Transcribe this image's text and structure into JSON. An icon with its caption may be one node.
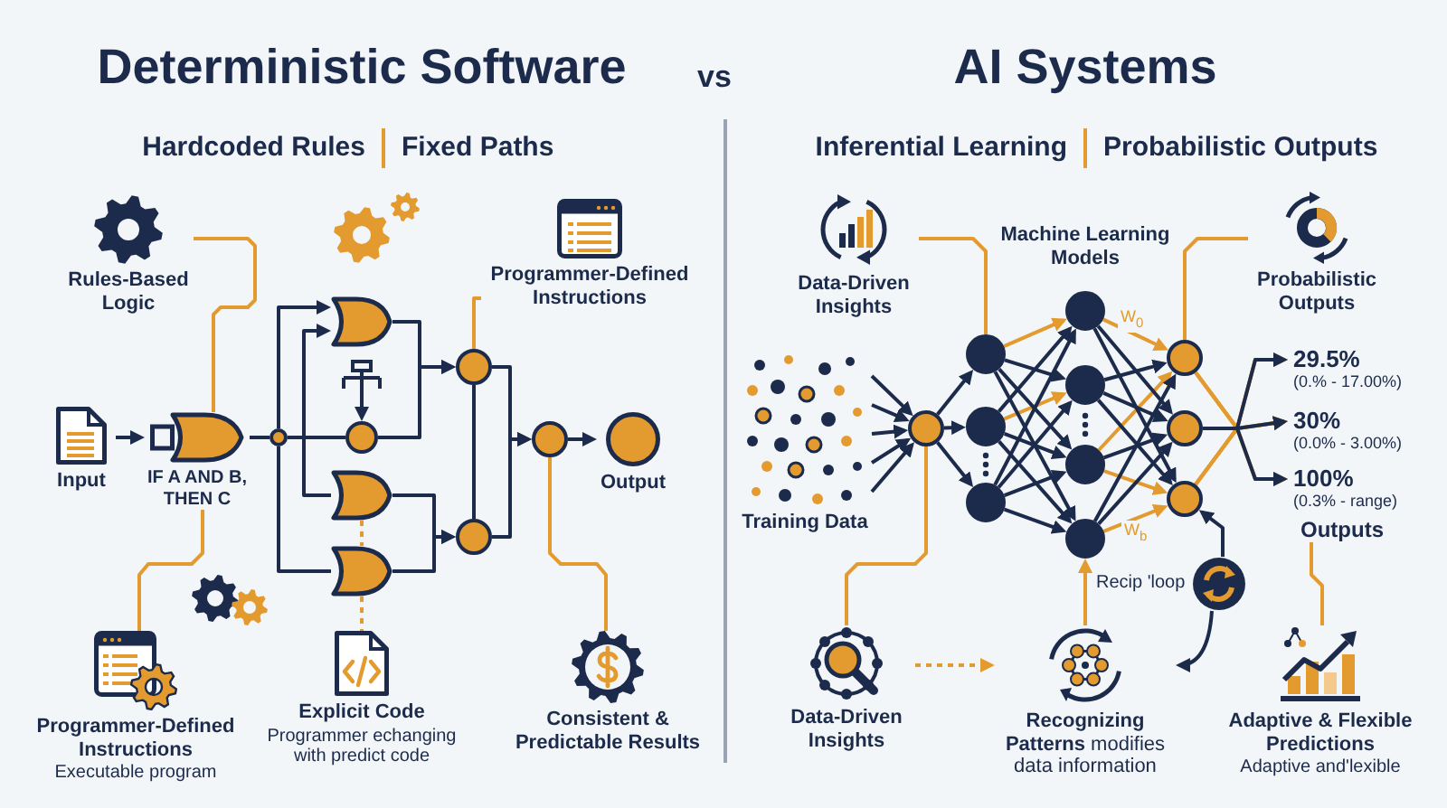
{
  "diagram": {
    "nodes": [
      {
        "text": [
          "Rules-Based Logic"
        ]
      },
      {
        "text": [
          "Programmer-Defined Instructions"
        ]
      },
      {
        "text": [
          "Input"
        ]
      },
      {
        "text": [
          "IF A AND B, THEN C"
        ]
      },
      {
        "text": [],
        "shape": "circle"
      },
      {
        "text": [],
        "shape": "gate"
      },
      {
        "text": [],
        "shape": "picture"
      },
      {
        "text": [],
        "shape": "circle"
      },
      {
        "text": [],
        "shape": "gate"
      },
      {
        "text": [],
        "shape": "gate"
      },
      {
        "text": [],
        "shape": "circle"
      },
      {
        "text": [],
        "shape": "circle"
      },
      {
        "text": [],
        "shape": "circle"
      },
      {
        "text": [
          "Output"
        ]
      },
      {
        "text": [
          "Programmer-Defined Instructions",
          "Executable program"
        ]
      },
      {
        "text": [
          "Explicit Code",
          "Programmer echanging with predict code"
        ]
      },
      {
        "text": [
          "Consistent & Predictable Results"
        ]
      },
      {
        "text": [
          "Data-Driven Insights"
        ]
      },
      {
        "text": [
          "Probabilistic Outputs"
        ]
      },
      {
        "text": [
          "Training Data"
        ]
      },
      {
        "text": [],
        "shape": "circle"
      },
      {
        "text": [],
        "shape": "circle"
      },
      {
        "text": [],
        "shape": "circle"
      },
      {
        "text": [],
        "shape": "circle"
      },
      {
        "text": [],
        "shape": "circle"
      },
      {
        "text": [],
        "shape": "circle"
      },
      {
        "text": [],
        "shape": "circle"
      },
      {
        "text": [],
        "shape": "circle"
      },
      {
        "text": [],
        "shape": "circle"
      },
      {
        "text": [],
        "shape": "circle"
      },
      {
        "text": [],
        "shape": "circle"
      },
      {
        "text": [
          "29.5%",
          "(0.% - 17.00%)"
        ]
      },
      {
        "text": [
          "30%",
          "(0.0% - 3.00%)"
        ]
      },
      {
        "text": [
          "100%",
          "(0.3% - range)"
        ]
      },
      {
        "text": [
          "Outputs"
        ]
      },
      {
        "text": [],
        "shape": "picture",
        "beside": [
          "Recip 'loop"
        ]
      },
      {
        "text": [
          "Data-Driven Insights"
        ]
      },
      {
        "text": [
          "**Recognizing Patterns** modifies data information"
        ]
      },
      {
        "text": [
          "Adaptive & Flexible Predictions",
          "Adaptive and'lexible"
        ]
      }
    ],
    "edges": [
      {
        "from": 0,
        "to": 3,
        "arrow": "none",
        "color": "#e39b2f"
      },
      {
        "from": 1,
        "to": 10,
        "arrow": "none",
        "color": "#e39b2f"
      },
      {
        "from": 2,
        "to": 3,
        "arrow": "to"
      },
      {
        "from": 3,
        "to": 4,
        "arrow": "none"
      },
      {
        "from": 4,
        "to": 5,
        "arrow": "to"
      },
      {
        "from": 4,
        "to": 5,
        "arrow": "to"
      },
      {
        "from": 6,
        "to": 7,
        "arrow": "to"
      },
      {
        "from": 4,
        "to": 7,
        "arrow": "none"
      },
      {
        "from": 4,
        "to": 8,
        "arrow": "none"
      },
      {
        "from": 4,
        "to": 9,
        "arrow": "none"
      },
      {
        "from": 5,
        "to": 10,
        "arrow": "to"
      },
      {
        "from": 7,
        "to": 10,
        "arrow": "to"
      },
      {
        "from": 10,
        "to": 11,
        "arrow": "none"
      },
      {
        "from": 8,
        "to": 11,
        "arrow": "to"
      },
      {
        "from": 9,
        "to": 11,
        "arrow": "to"
      },
      {
        "from": 10,
        "to": 12,
        "arrow": "to"
      },
      {
        "from": 11,
        "to": 12,
        "arrow": "to"
      },
      {
        "from": 12,
        "to": 13,
        "arrow": "to"
      },
      {
        "from": 12,
        "to": 16,
        "arrow": "none",
        "color": "#e39b2f"
      },
      {
        "from": 3,
        "to": 14,
        "arrow": "none",
        "color": "#e39b2f"
      },
      {
        "from": 8,
        "to": 9,
        "arrow": "none",
        "style": "dashed",
        "color": "#e39b2f"
      },
      {
        "from": 9,
        "to": 15,
        "arrow": "none",
        "style": "dashed",
        "color": "#e39b2f"
      },
      {
        "from": 17,
        "to": 21,
        "arrow": "none",
        "color": "#e39b2f"
      },
      {
        "from": 18,
        "to": 28,
        "arrow": "none",
        "color": "#e39b2f"
      },
      {
        "from": 19,
        "to": 20,
        "arrow": "to"
      },
      {
        "from": 19,
        "to": 20,
        "arrow": "to"
      },
      {
        "from": 19,
        "to": 20,
        "arrow": "to"
      },
      {
        "from": 19,
        "to": 20,
        "arrow": "to"
      },
      {
        "from": 19,
        "to": 20,
        "arrow": "to"
      },
      {
        "from": 20,
        "to": 21,
        "arrow": "to"
      },
      {
        "from": 20,
        "to": 22,
        "arrow": "to"
      },
      {
        "from": 20,
        "to": 23,
        "arrow": "to"
      },
      {
        "from": 21,
        "to": 24,
        "arrow": "to",
        "color": "#e39b2f"
      },
      {
        "from": 21,
        "to": 25,
        "arrow": "to"
      },
      {
        "from": 21,
        "to": 26,
        "arrow": "to"
      },
      {
        "from": 21,
        "to": 27,
        "arrow": "to"
      },
      {
        "from": 22,
        "to": 24,
        "arrow": "to"
      },
      {
        "from": 22,
        "to": 25,
        "arrow": "to",
        "color": "#e39b2f"
      },
      {
        "from": 22,
        "to": 26,
        "arrow": "to"
      },
      {
        "from": 22,
        "to": 27,
        "arrow": "to"
      },
      {
        "from": 23,
        "to": 24,
        "arrow": "to"
      },
      {
        "from": 23,
        "to": 25,
        "arrow": "to"
      },
      {
        "from": 23,
        "to": 26,
        "arrow": "to"
      },
      {
        "from": 23,
        "to": 27,
        "arrow": "to"
      },
      {
        "from": 24,
        "to": 28,
        "arrow": "to",
        "color": "#e39b2f",
        "label": "W$_{0}$"
      },
      {
        "from": 24,
        "to": 29,
        "arrow": "to"
      },
      {
        "from": 24,
        "to": 30,
        "arrow": "to"
      },
      {
        "from": 25,
        "to": 28,
        "arrow": "to"
      },
      {
        "from": 25,
        "to": 29,
        "arrow": "to"
      },
      {
        "from": 25,
        "to": 30,
        "arrow": "to"
      },
      {
        "from": 26,
        "to": 28,
        "arrow": "to",
        "color": "#e39b2f"
      },
      {
        "from": 26,
        "to": 29,
        "arrow": "to"
      },
      {
        "from": 26,
        "to": 30,
        "arrow": "to",
        "color": "#e39b2f"
      },
      {
        "from": 27,
        "to": 28,
        "arrow": "to"
      },
      {
        "from": 27,
        "to": 29,
        "arrow": "to"
      },
      {
        "from": 27,
        "to": 30,
        "arrow": "to",
        "color": "#e39b2f",
        "label": "W$_{b}$"
      },
      {
        "from": 28,
        "to": 31,
        "arrow": "to",
        "color": "#e39b2f"
      },
      {
        "from": 28,
        "to": 32,
        "arrow": "to",
        "color": "#e39b2f"
      },
      {
        "from": 28,
        "to": 33,
        "arrow": "to",
        "color": "#e39b2f"
      },
      {
        "from": 29,
        "to": 31,
        "arrow": "to"
      },
      {
        "from": 29,
        "to": 32,
        "arrow": "to"
      },
      {
        "from": 29,
        "to": 33,
        "arrow": "to"
      },
      {
        "from": 30,
        "to": 31,
        "arrow": "to",
        "color": "#e39b2f"
      },
      {
        "from": 30,
        "to": 32,
        "arrow": "to",
        "color": "#e39b2f"
      },
      {
        "from": 30,
        "to": 33,
        "arrow": "to",
        "color": "#e39b2f"
      },
      {
        "from": 20,
        "to": 36,
        "arrow": "none",
        "color": "#e39b2f"
      },
      {
        "from": 36,
        "to": 37,
        "arrow": "to",
        "style": "dashed",
        "color": "#e39b2f"
      },
      {
        "from": 37,
        "to": 27,
        "arrow": "to",
        "color": "#e39b2f"
      },
      {
        "from": 35,
        "to": 37,
        "arrow": "to"
      },
      {
        "from": 35,
        "to": 30,
        "arrow": "to"
      },
      {
        "from": 34,
        "to": 38,
        "arrow": "none",
        "color": "#e39b2f"
      }
    ],
    "labels": [
      "Deterministic Software",
      "vs",
      "AI Systems",
      "Hardcoded Rules",
      "Fixed Paths",
      "Inferential Learning",
      "Probabilistic Outputs",
      "Machine Learning Models"
    ]
  }
}
